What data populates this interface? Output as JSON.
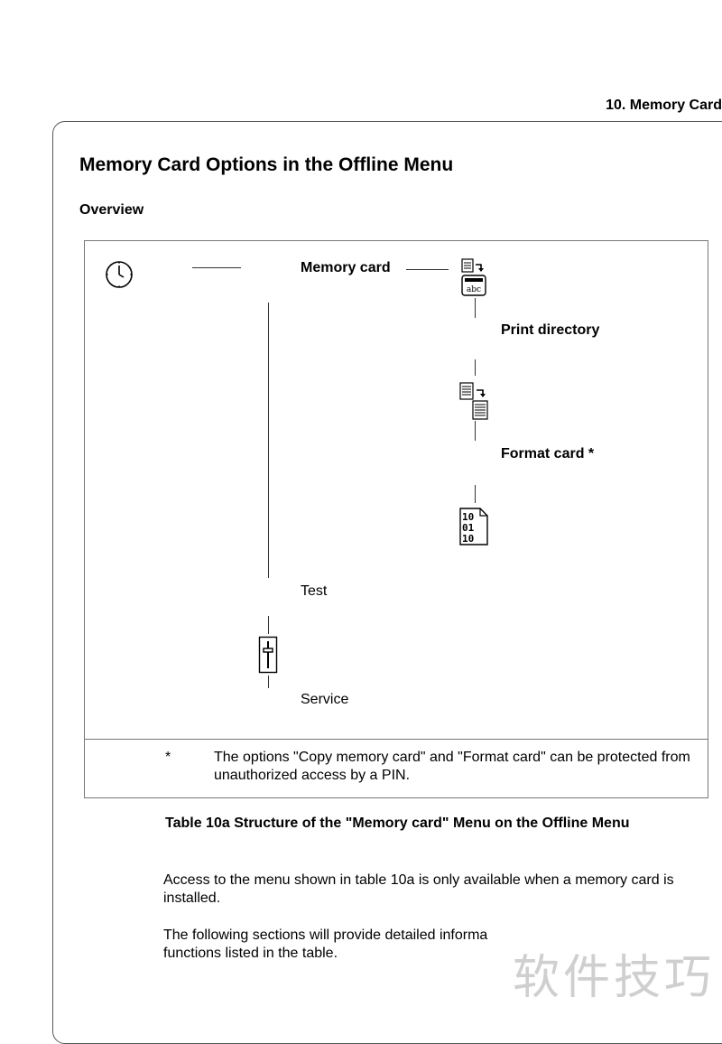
{
  "header": {
    "chapter_title": "10. Memory Card"
  },
  "section": {
    "heading": "Memory Card Options in the Offline Menu",
    "subheading": "Overview"
  },
  "menu_tree": {
    "root_label": "Memory card",
    "items": {
      "print_directory": "Print directory",
      "format_card": "Format card *",
      "test": "Test",
      "service": "Service"
    },
    "icons": [
      "clock-icon",
      "print-directory-icon",
      "copy-card-icon",
      "format-card-icon",
      "service-switch-icon"
    ]
  },
  "footnote": {
    "mark": "*",
    "text": "The options \"Copy memory card\" and \"Format card\" can be protected from unauthorized access by a PIN."
  },
  "table_caption": "Table 10a  Structure of the \"Memory card\" Menu on the Offline Menu",
  "paragraphs": {
    "p1": "Access to the menu shown in table 10a is only available when a memory card is installed.",
    "p2": "The following sections will provide detailed informa  functions listed in the table."
  },
  "watermark": "软件技巧"
}
